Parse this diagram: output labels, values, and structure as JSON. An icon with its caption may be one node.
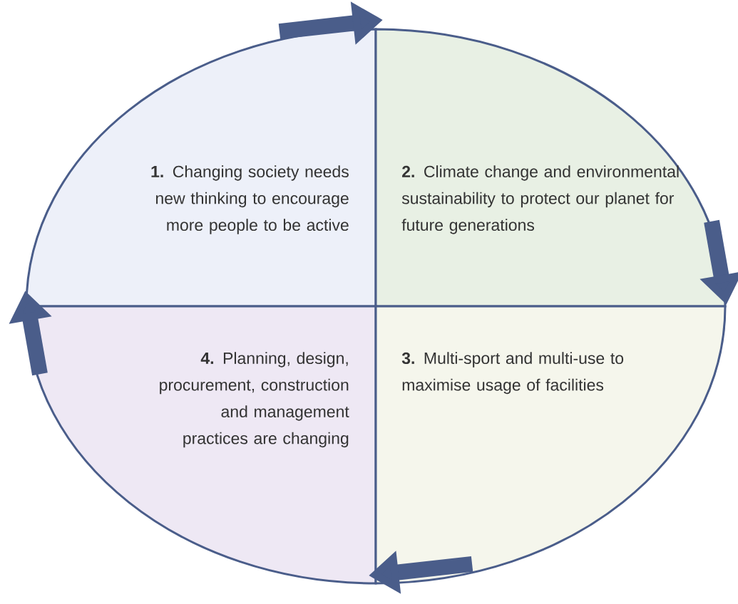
{
  "diagram": {
    "nodes": [
      {
        "text": [
          "**1.** Changing society needs new thinking to encourage more people to be active"
        ]
      },
      {
        "text": [
          "**2.** Climate change and environmental sustainability to protect our planet for future generations"
        ]
      },
      {
        "text": [
          "**4.** Planning, design, procurement, construction and management practices are changing"
        ]
      },
      {
        "text": [
          "**3.** Multi-sport and multi-use to maximise usage of facilities"
        ]
      }
    ],
    "edges": [
      {
        "from": 0,
        "to": 1,
        "arrow": "to"
      },
      {
        "from": 1,
        "to": 3,
        "arrow": "to"
      },
      {
        "from": 3,
        "to": 2,
        "arrow": "to"
      },
      {
        "from": 2,
        "to": 0,
        "arrow": "to"
      }
    ]
  }
}
